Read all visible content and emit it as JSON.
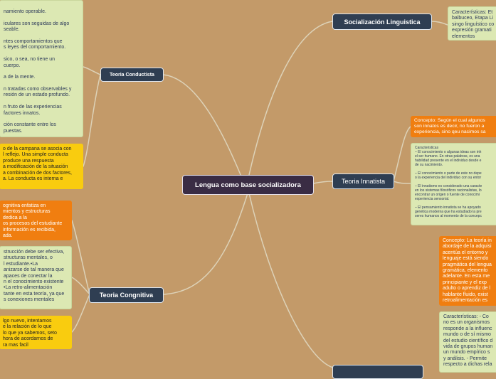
{
  "central": "Lengua como base socializadora",
  "nodes": {
    "conductista": "Teoria Conductista",
    "cognitiva": "Teoria Congnitiva",
    "linguistica": "Socialización Linguistica",
    "innatista": "Teoria Innatista"
  },
  "notes": {
    "conductista_green": "namiento operable.\n\niculares son seguidas de algo\nseable.\n\nntes comportamientos que\ns leyes del comportamiento.\n\nsico, o sea, no tiene un\ncuerpo.\n\na de la mente.\n\nn tratadas como observables y\nresión de un estado profundo.\n\nn fruto de las experiencias\nfactores innatos.\n\nción constante entre los\npuestas.",
    "conductista_yellow": "o de la campana se asocia con\nl reflejo. Una simple conducta\nproduce una respuesta\na modificación de la situación\na combinación de dos factores,\na. La conducta es interna e",
    "cognitiva_orange": "ognitiva enfatiza en\nmientos y estructuras\ndedica a la\nos procesos del estudiante\ninformación es recibida,\nada.",
    "cognitiva_green": "strucción debe ser efectiva,\nstructuras mentales, o\nl estudiante.•La\nanizarse de tal manera que\napaces de conectar la\nn el conocimiento existente\n•La retro-alimentación\ntante en esta teoría, ya que\ns conexiones mentales",
    "cognitiva_yellow": "lgo nuevo, intentamos\ne la relación de lo que\nlo que ya sabemos, seto\nhora de acordarnos de\nra mas facil",
    "linguistica_green": "Características: Et\nbalbuceo, Etapa Li\nsingo linguístico co\nexpresión gramati\nelementos",
    "innatista_orange": "Concepto: Según el cual algunos\nson innatos es decir, no fueron a\nexperiencia, sino qeu nacimos sa",
    "innatista_green": "Caracteristicas\n– El conocimiento o algunas ideas son inh\nel ser humano. En otras palabras, es una\nhabilidad presente en el individuo desde e\nde su nacimiento.\n\n– El conocimiento o parte de este no depe\no la experiencia del individuo con su entor\n\n– El innatismo es considerado una caracte\nen los sistemas filosóficos racionalistas, lo\nencontrar un origen o fuente de conocimi\nexperiencia sensorial.\n\n– El pensamiento innatista se ha apoyado\ngenética moderna que ha estudiado la pre\nseres humanos al momento de la concepc",
    "right_orange": "Concepto: La teoría in\nabordaje de la adquisi\nacentúa el entorno y\nlenguaje está siendo\npragmática del lengua\ngramática, elemento\nadelante. En esta me\nprincipiante y el exp\nadulto o aprendiz de l\nhablante fluido, exist\nretroalimentación es",
    "right_green": "Características:  - Co\nno es un organismos\nresponde a la influenc\nmundo o de sí mismo\ndel estudio científico d\nvida de grupos human\nun mundo empírico s\ny análisis.  - Permite\nrespecto a dichas rela"
  },
  "colors": {
    "background": "#c39a69",
    "node": "#2f3e52",
    "central": "#3a2c44",
    "green_note": "#dce8b3",
    "yellow_note": "#f9cc0f",
    "orange_note": "#f07e10",
    "link": "#ddd2b8"
  }
}
